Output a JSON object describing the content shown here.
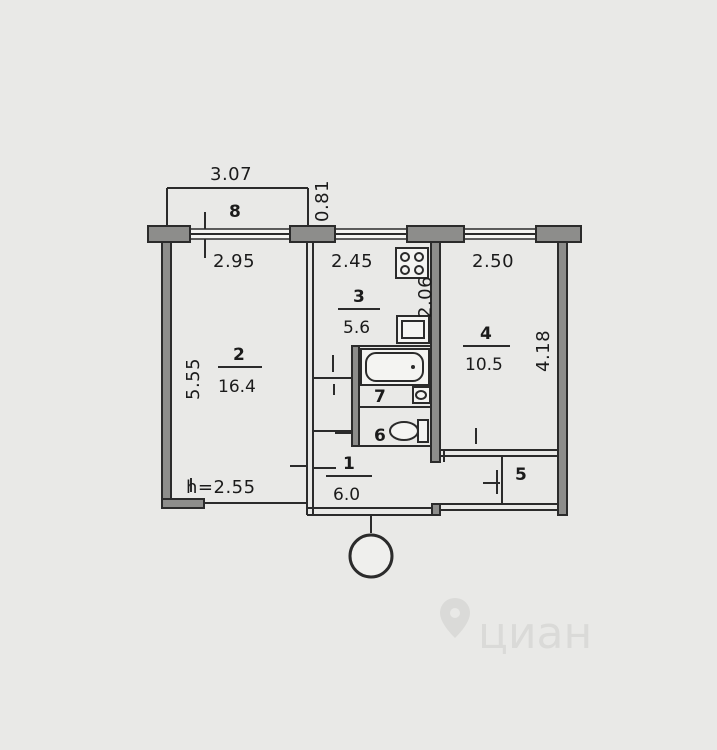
{
  "rooms": [
    {
      "number": "1",
      "area": "6.0"
    },
    {
      "number": "2",
      "area": "16.4"
    },
    {
      "number": "3",
      "area": "5.6"
    },
    {
      "number": "4",
      "area": "10.5"
    },
    {
      "number": "5",
      "area": ""
    },
    {
      "number": "6",
      "area": ""
    },
    {
      "number": "7",
      "area": ""
    },
    {
      "number": "8",
      "area": ""
    }
  ],
  "dimensions": {
    "balcony_width": "3.07",
    "balcony_depth": "0.81",
    "room2_width": "2.95",
    "room2_length": "5.55",
    "kitchen_width": "2.45",
    "kitchen_length": "2.06",
    "room4_width": "2.50",
    "room4_length": "4.18",
    "ceiling_height": "h=2.55"
  },
  "watermark": "циан"
}
